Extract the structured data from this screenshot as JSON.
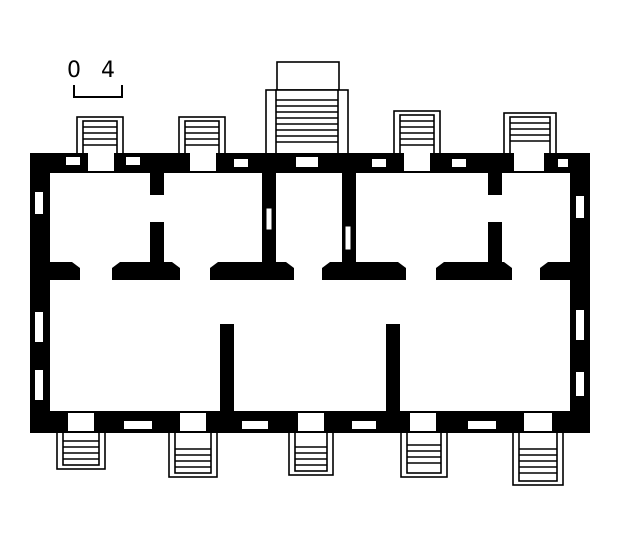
{
  "scale_bar": {
    "start_label": "0",
    "end_label": "4"
  },
  "plan": {
    "wall_color": "#000000",
    "floor_color": "#ffffff",
    "north_stairs": 5,
    "south_stairs": 5
  }
}
